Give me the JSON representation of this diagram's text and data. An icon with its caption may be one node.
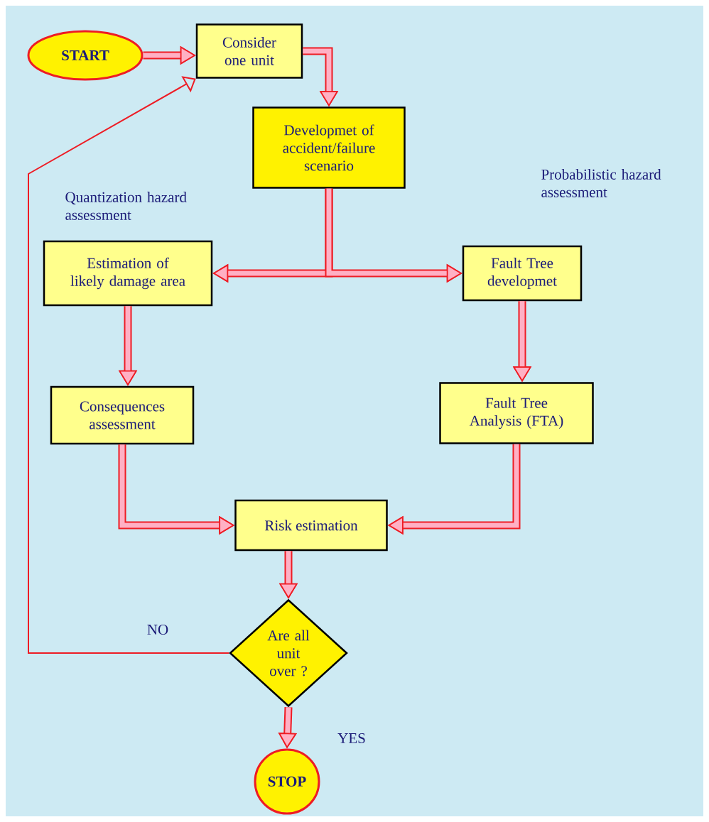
{
  "diagram": {
    "nodes": [
      {
        "text": [
          "START"
        ]
      },
      {
        "text": [
          "Consider one unit"
        ]
      },
      {
        "text": [
          "Developmet of accident/failure scenario"
        ]
      },
      {
        "text": [
          "Estimation of likely damage area"
        ]
      },
      {
        "text": [
          "Fault Tree developmet"
        ]
      },
      {
        "text": [
          "Consequences assessment"
        ]
      },
      {
        "text": [
          "Fault Tree Analysis (FTA)"
        ]
      },
      {
        "text": [
          "Risk estimation"
        ]
      },
      {
        "text": [
          "Are all unit over ?"
        ]
      },
      {
        "text": [
          "STOP"
        ]
      }
    ],
    "edges": [
      {
        "from": 0,
        "to": 1,
        "arrow": "to"
      },
      {
        "from": 1,
        "to": 2,
        "arrow": "to"
      },
      {
        "from": 2,
        "to": 3,
        "arrow": "to"
      },
      {
        "from": 2,
        "to": 4,
        "arrow": "to"
      },
      {
        "from": 3,
        "to": 5,
        "arrow": "to"
      },
      {
        "from": 4,
        "to": 6,
        "arrow": "to"
      },
      {
        "from": 5,
        "to": 7,
        "arrow": "to"
      },
      {
        "from": 6,
        "to": 7,
        "arrow": "to"
      },
      {
        "from": 7,
        "to": 8,
        "arrow": "to"
      },
      {
        "from": 8,
        "to": 9,
        "arrow": "to",
        "label": "YES"
      },
      {
        "from": 8,
        "to": 1,
        "arrow": "to",
        "label": "NO"
      }
    ],
    "labels": [
      "Quantization hazard assessment",
      "Probabilistic hazard assessment"
    ]
  }
}
